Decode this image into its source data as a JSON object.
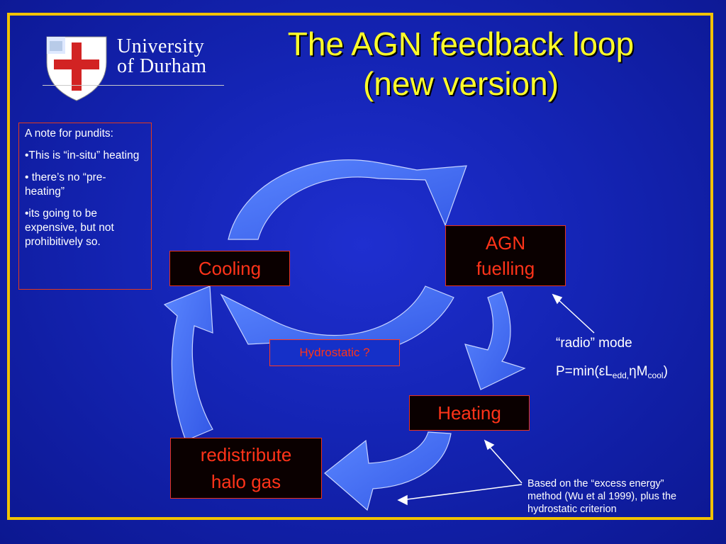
{
  "header": {
    "logo_line1": "University",
    "logo_line2": "of Durham",
    "title_line1": "The AGN feedback loop",
    "title_line2": "(new version)"
  },
  "note": {
    "heading": "A note for pundits:",
    "items": [
      "•This is “in-situ” heating",
      "• there’s no “pre-heating”",
      "•its going to be expensive, but not prohibitively so."
    ]
  },
  "loop": {
    "cooling": "Cooling",
    "agn_line1": "AGN",
    "agn_line2": "fuelling",
    "heating": "Heating",
    "redist_line1": "redistribute",
    "redist_line2": "halo gas",
    "hydrostatic": "Hydrostatic ?"
  },
  "annotations": {
    "radio_mode": "“radio” mode",
    "formula_prefix": "P=min(",
    "formula_eps": "ε",
    "formula_L": "L",
    "formula_edd": "edd,",
    "formula_eta": "η",
    "formula_M": "M",
    "formula_cool": "cool",
    "formula_suffix": ")",
    "based_on": "Based on the “excess energy” method (Wu et al 1999), plus the hydrostatic criterion"
  },
  "colors": {
    "background": "#1424b4",
    "frame": "#f2c200",
    "title": "#ffff2a",
    "box_text": "#ff3319",
    "arrow_fill": "#3f6cf2"
  }
}
